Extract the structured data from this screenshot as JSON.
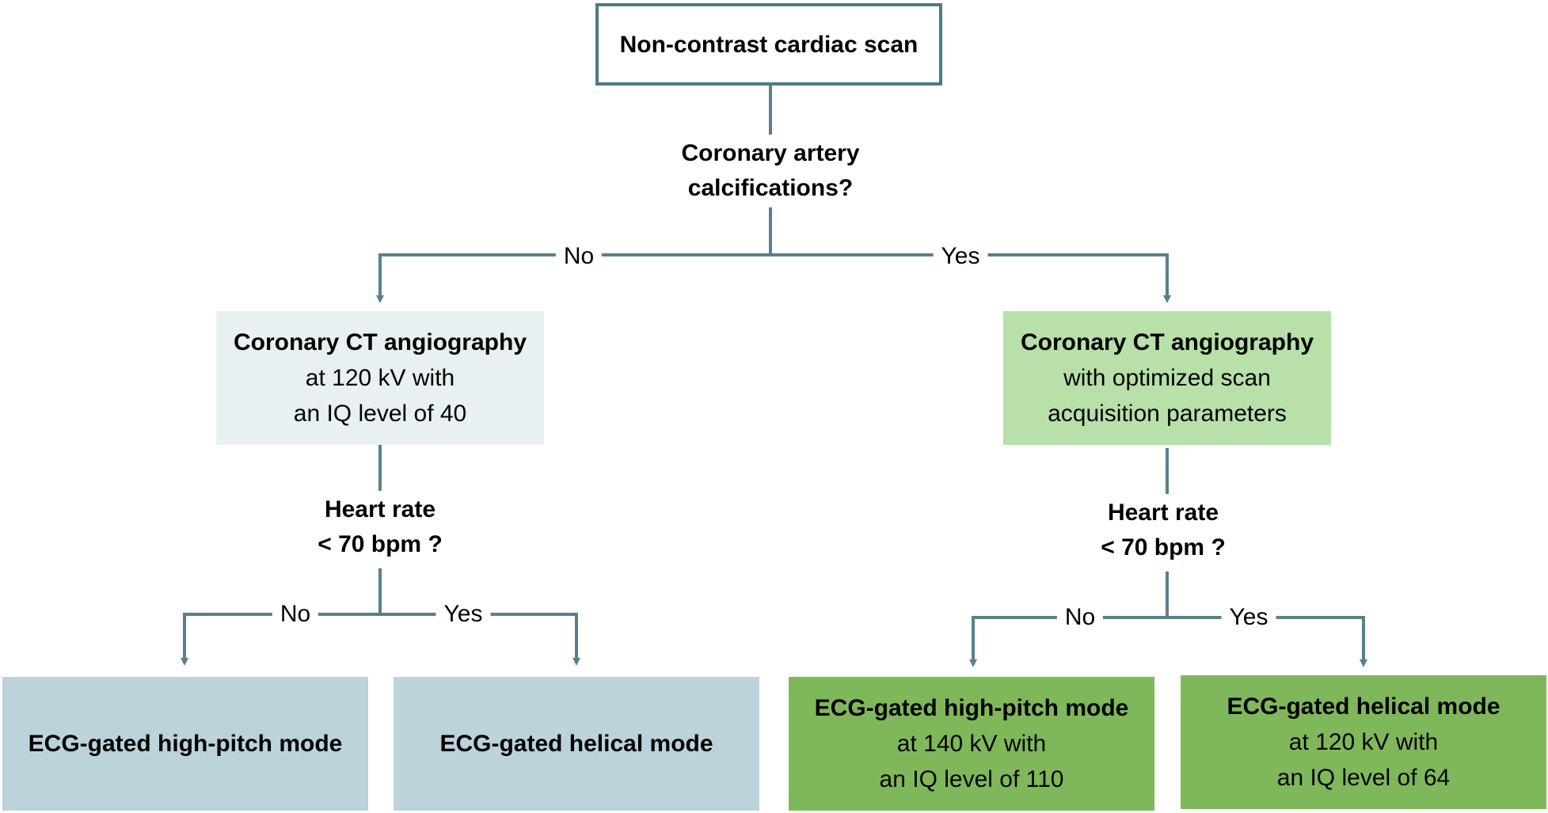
{
  "root": {
    "title": "Non-contrast cardiac scan"
  },
  "question_top": {
    "line1": "Coronary artery",
    "line2": "calcifications?"
  },
  "branch_top": {
    "no": "No",
    "yes": "Yes"
  },
  "left": {
    "box": {
      "title": "Coronary CT angiography",
      "line2": "at 120 kV with",
      "line3": "an IQ level of 40"
    },
    "question": {
      "line1": "Heart rate",
      "line2": "< 70 bpm ?"
    },
    "branch": {
      "no": "No",
      "yes": "Yes"
    },
    "leaf_no": {
      "title": "ECG-gated high-pitch mode"
    },
    "leaf_yes": {
      "title": "ECG-gated helical mode"
    }
  },
  "right": {
    "box": {
      "title": "Coronary CT angiography",
      "line2": "with optimized scan",
      "line3": "acquisition parameters"
    },
    "question": {
      "line1": "Heart rate",
      "line2": "< 70 bpm ?"
    },
    "branch": {
      "no": "No",
      "yes": "Yes"
    },
    "leaf_no": {
      "title": "ECG-gated high-pitch mode",
      "line2": "at 140 kV with",
      "line3": "an IQ level of 110"
    },
    "leaf_yes": {
      "title": "ECG-gated helical mode",
      "line2": "at 120 kV with",
      "line3": "an IQ level of 64"
    }
  },
  "colors": {
    "connector": "#5a7f8c",
    "root_border": "#4f7a86",
    "left_box": "#e8f0f2",
    "left_leaf": "#bcd3dc",
    "right_box": "#b8e0a8",
    "right_leaf": "#7fb85a"
  }
}
